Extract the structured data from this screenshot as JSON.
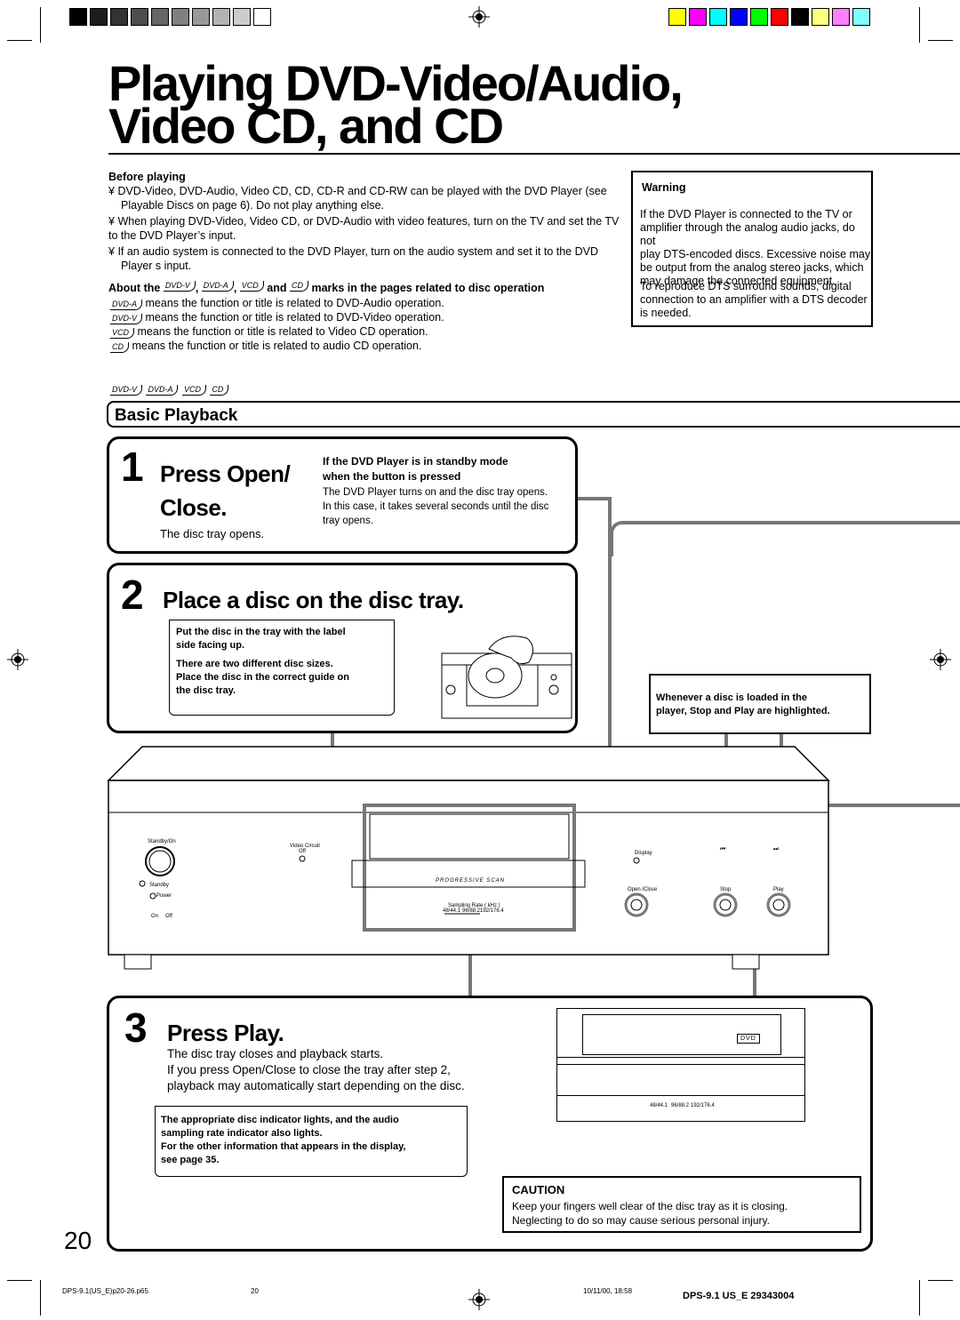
{
  "header": {
    "title_line1": "Playing DVD-Video/Audio,",
    "title_line2": "Video CD, and CD"
  },
  "before": {
    "heading": "Before playing",
    "bullet_char": "¥",
    "b1_l1": "DVD-Video, DVD-Audio, Video CD, CD, CD-R and CD-RW can be played with the DVD Player (see",
    "b1_l2": "Playable Discs  on page 6). Do not play anything else.",
    "b2_l1": "When playing DVD-Video, Video CD, or DVD-Audio with video features, turn on the TV and set the TV",
    "b2_l2": "to the DVD Player’s input.",
    "b3_l1": "If an audio system is connected to the DVD Player, turn on the audio system and set it to the DVD",
    "b3_l2": "Player s input."
  },
  "about": {
    "prefix": "About the",
    "comma": ",",
    "and": "and",
    "suffix": "marks in the pages related to disc operation",
    "lines": [
      {
        "tag": "DVD-A",
        "text": "means the function or title is related to DVD-Audio operation."
      },
      {
        "tag": "DVD-V",
        "text": "means the function or title is related to DVD-Video operation."
      },
      {
        "tag": "VCD",
        "text": "means the function or title is related to Video CD operation."
      },
      {
        "tag": "CD",
        "text": "means the function or title is related to audio CD operation."
      }
    ],
    "tags": [
      "DVD-V",
      "DVD-A",
      "VCD",
      "CD"
    ]
  },
  "warning": {
    "heading": "Warning",
    "p1": [
      "If the DVD Player is connected to the TV or",
      "amplifier through the analog audio jacks, do not",
      "play DTS-encoded discs. Excessive noise may",
      "be output from the analog stereo jacks, which",
      "may damage the connected equipment."
    ],
    "p2": [
      "To reproduce DTS surround sounds, digital",
      "connection to an amplifier with a DTS decoder",
      "is needed."
    ]
  },
  "section": {
    "tags": [
      "DVD-V",
      "DVD-A",
      "VCD",
      "CD"
    ],
    "title": "Basic Playback"
  },
  "step1": {
    "num": "1",
    "title_l1": "Press Open/",
    "title_l2": "Close.",
    "sub": "The disc tray opens.",
    "note_h1": "If the DVD Player is in standby mode",
    "note_h2": "when the button is pressed",
    "note_lines": [
      "The DVD Player turns on and the disc tray opens.",
      "In this case, it takes several seconds until the disc",
      "tray opens."
    ]
  },
  "step2": {
    "num": "2",
    "title": "Place a disc on the disc tray.",
    "note_lines": [
      "Put the disc in the tray with the label",
      "side facing up.",
      "There are two different disc sizes.",
      "Place the disc in the correct guide on",
      "the disc tray."
    ]
  },
  "highlight_note": [
    "Whenever a disc is loaded in the",
    "player, Stop and Play are highlighted."
  ],
  "device": {
    "standby_on": "Standby/On",
    "standby": "Standby",
    "power": "Power",
    "on": "On",
    "off": "Off",
    "video_circuit": "Video Circuit",
    "video_off": "Off",
    "progressive": "PROGRESSIVE SCAN",
    "sampling": "Sampling Rate ( kHz )",
    "rates": [
      "48/44.1",
      "96/88.2",
      "192/176.4"
    ],
    "display": "Display",
    "open_close": "Open /Close",
    "stop": "Stop",
    "play": "Play",
    "skip_back": "⏮",
    "skip_fwd": "⏭"
  },
  "step3": {
    "num": "3",
    "title": "Press Play.",
    "lines": [
      "The disc tray closes and playback starts.",
      "If you press Open/Close to close the tray after step 2,",
      "playback may automatically start depending on the disc."
    ],
    "note_lines": [
      "The appropriate disc indicator lights, and the audio",
      "sampling rate indicator also lights.",
      "For the other information that appears in the display,",
      "see page 35."
    ],
    "dvd_label": "DVD"
  },
  "caution": {
    "heading": "CAUTION",
    "lines": [
      "Keep your fingers well clear of the disc tray as it is closing.",
      "Neglecting to do so may cause serious personal injury."
    ]
  },
  "footer": {
    "page_num": "20",
    "file": "DPS-9.1(US_E)p20-26.p65",
    "page_small": "20",
    "date": "10/11/00, 18:58",
    "model": "DPS-9.1 US_E  29343004"
  },
  "colors": {
    "grays": [
      "#000000",
      "#1c1c1c",
      "#333333",
      "#4d4d4d",
      "#666666",
      "#808080",
      "#999999",
      "#b3b3b3",
      "#cccccc",
      "#ffffff"
    ],
    "swatches": [
      "#ffff00",
      "#ff00ff",
      "#00ffff",
      "#0000ff",
      "#00ff00",
      "#ff0000",
      "#000000",
      "#ffff80",
      "#ff80ff",
      "#80ffff"
    ]
  }
}
